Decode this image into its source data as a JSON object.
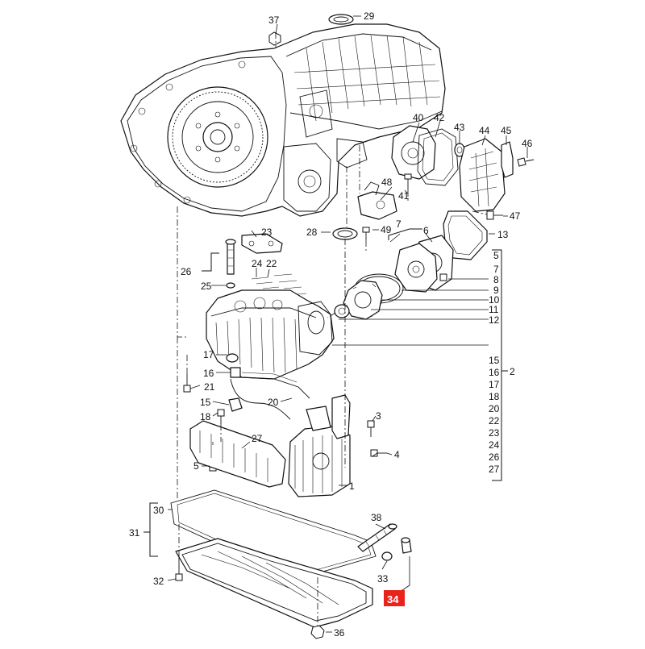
{
  "diagram": {
    "callouts": {
      "c1": "1",
      "c2": "2",
      "c3": "3",
      "c4": "4",
      "c5": "5",
      "c5b": "5",
      "c6": "6",
      "c7": "7",
      "c7b": "7",
      "c8": "8",
      "c9": "9",
      "c10": "10",
      "c11": "11",
      "c12": "12",
      "c13": "13",
      "c15": "15",
      "c15b": "15",
      "c16": "16",
      "c16b": "16",
      "c17": "17",
      "c17b": "17",
      "c18": "18",
      "c18b": "18",
      "c20": "20",
      "c20b": "20",
      "c21": "21",
      "c22": "22",
      "c22b": "22",
      "c23": "23",
      "c23b": "23",
      "c24": "24",
      "c24b": "24",
      "c25": "25",
      "c26": "26",
      "c26b": "26",
      "c27": "27",
      "c27b": "27",
      "c28": "28",
      "c29": "29",
      "c30": "30",
      "c31": "31",
      "c32": "32",
      "c33": "33",
      "c34": "34",
      "c36": "36",
      "c37": "37",
      "c38": "38",
      "c40": "40",
      "c41": "41",
      "c42": "42",
      "c43": "43",
      "c44": "44",
      "c45": "45",
      "c46": "46",
      "c47": "47",
      "c48": "48",
      "c49": "49"
    },
    "highlight_color": "#e8231c"
  }
}
